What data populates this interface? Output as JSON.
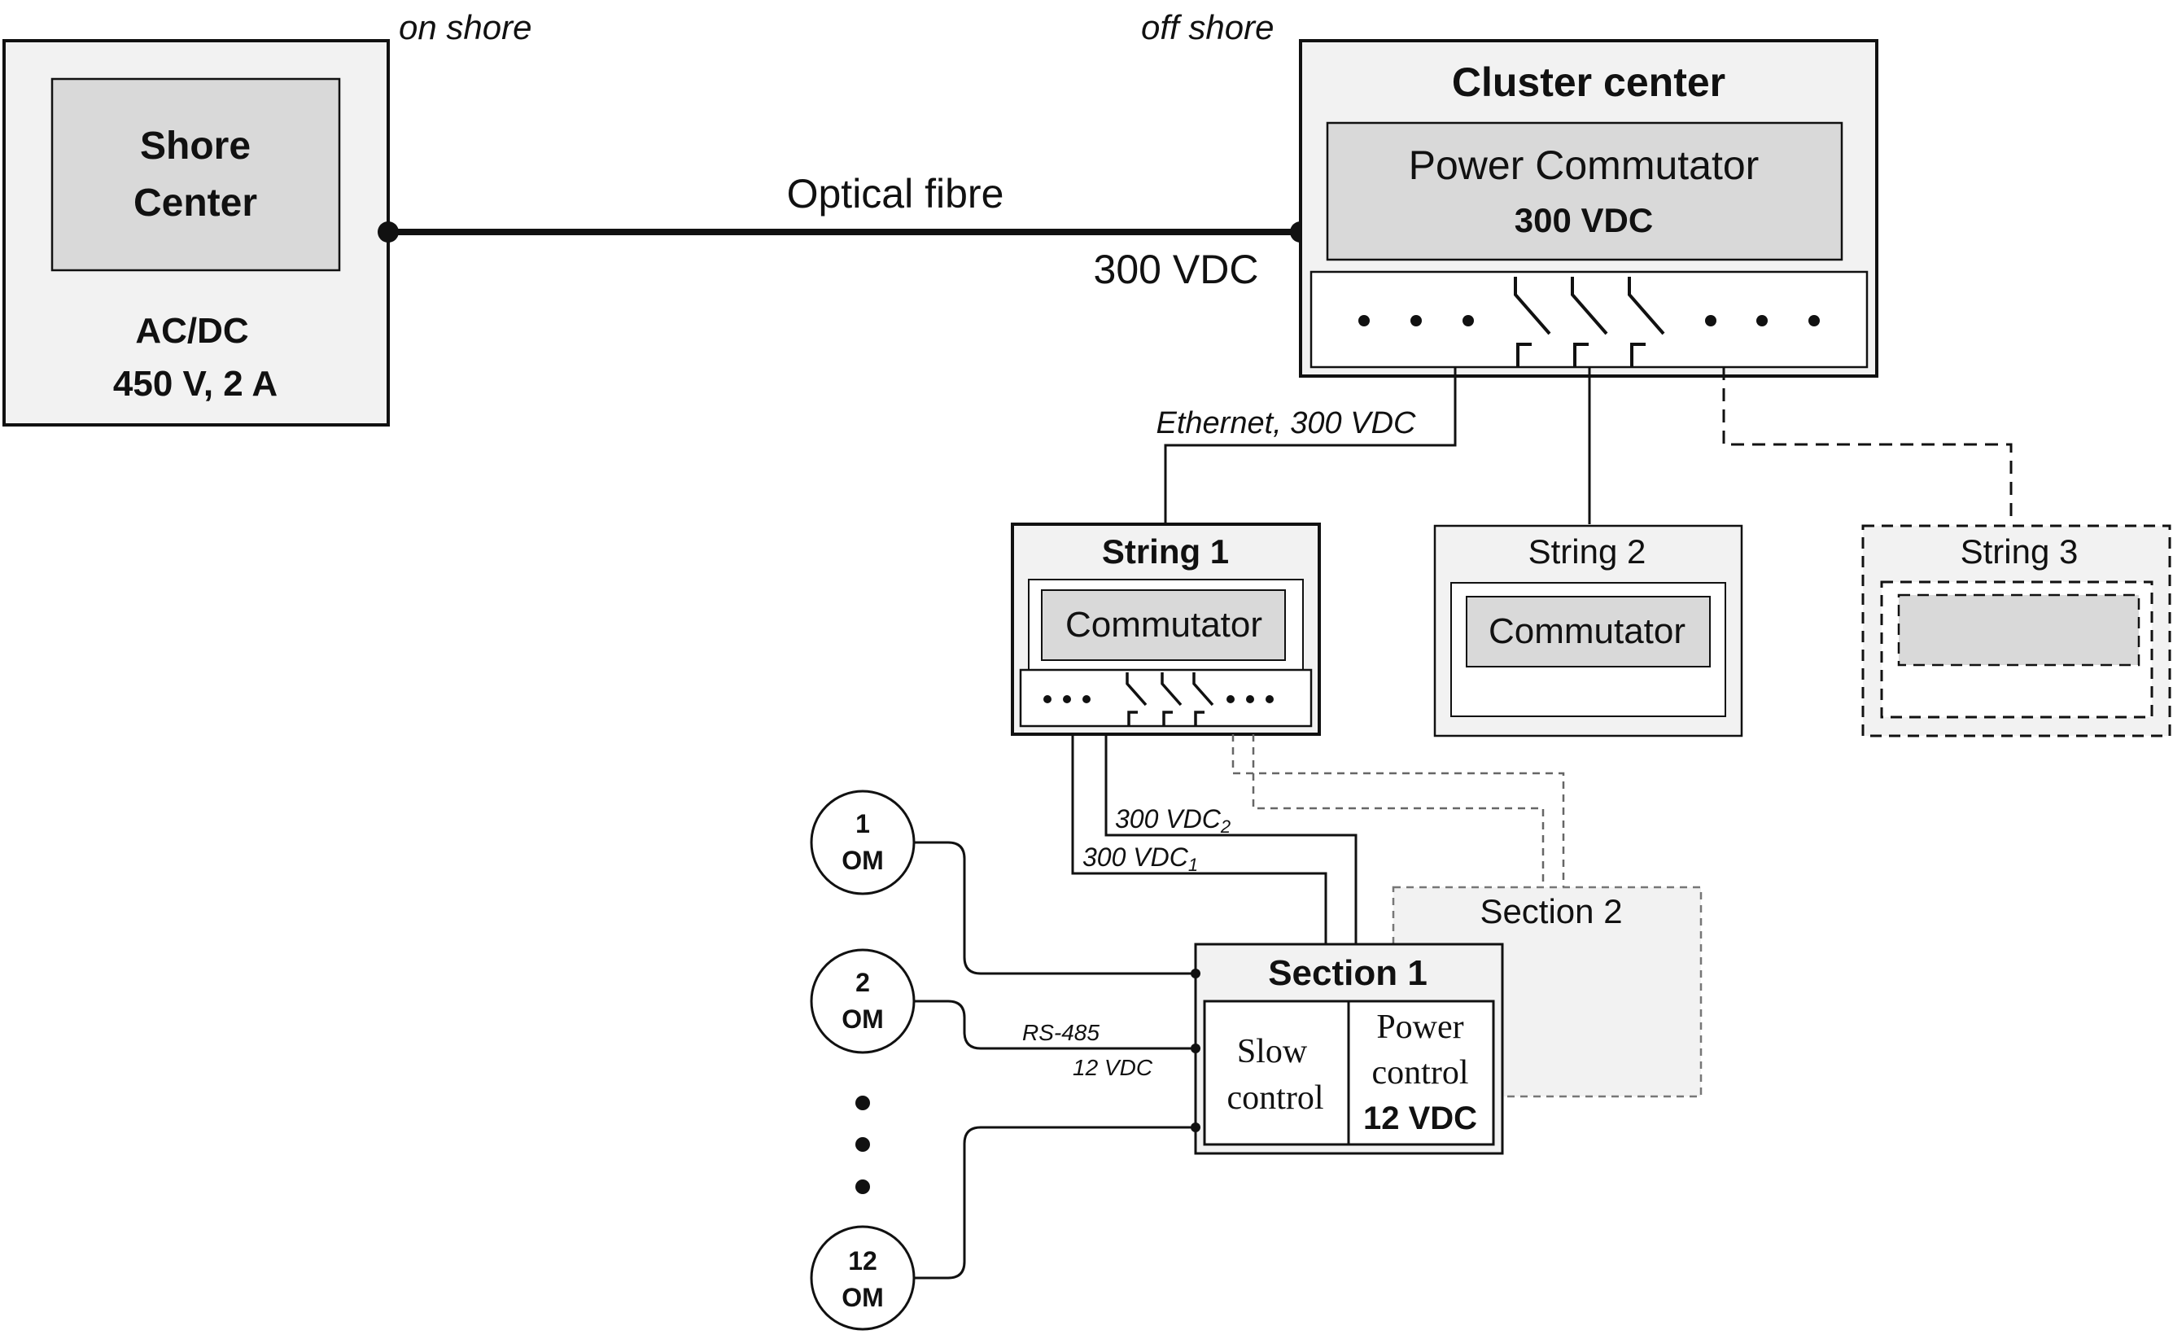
{
  "labels": {
    "on_shore": "on shore",
    "off_shore": "off shore",
    "optical_fibre": "Optical fibre",
    "link_voltage": "300 VDC",
    "ethernet": "Ethernet, 300 VDC"
  },
  "shore_center": {
    "title_line1": "Shore",
    "title_line2": "Center",
    "ps_line1": "AC/DC",
    "ps_line2": "450 V, 2 A"
  },
  "cluster_center": {
    "title": "Cluster center",
    "commutator": "Power Commutator",
    "voltage": "300 VDC"
  },
  "strings": [
    {
      "title": "String 1",
      "commutator": "Commutator"
    },
    {
      "title": "String 2",
      "commutator": "Commutator"
    },
    {
      "title": "String 3",
      "commutator": ""
    }
  ],
  "string_lines": {
    "vdc2": "300 VDC",
    "vdc2_sub": "2",
    "vdc1": "300 VDC",
    "vdc1_sub": "1"
  },
  "sections": {
    "section1": {
      "title": "Section 1",
      "slow_line1": "Slow",
      "slow_line2": "control",
      "power_line1": "Power",
      "power_line2": "control",
      "power_voltage": "12 VDC"
    },
    "section2": {
      "title": "Section 2"
    }
  },
  "om_link": {
    "protocol": "RS-485",
    "voltage": "12 VDC"
  },
  "optical_modules": [
    {
      "number": "1",
      "label": "OM"
    },
    {
      "number": "2",
      "label": "OM"
    },
    {
      "number": "12",
      "label": "OM"
    }
  ]
}
